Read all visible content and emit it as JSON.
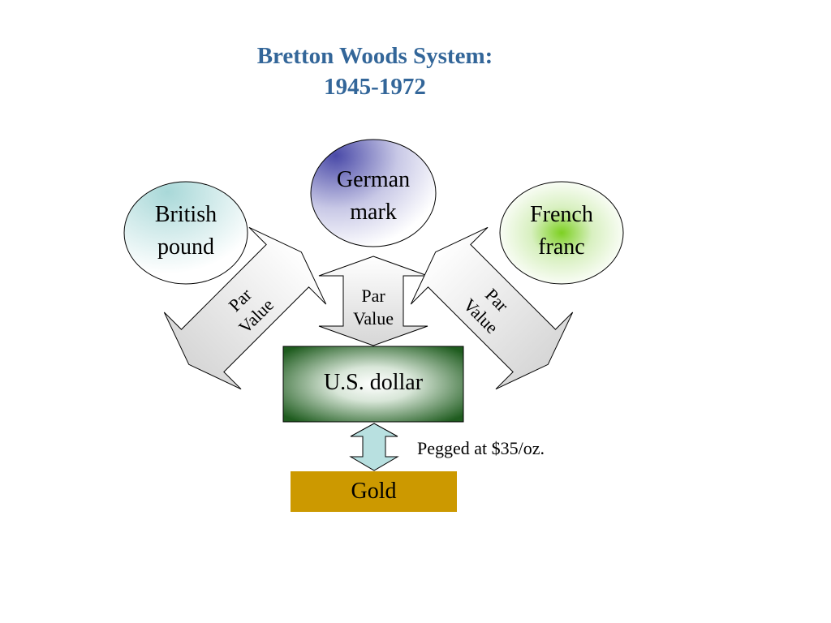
{
  "title": {
    "line1": "Bretton Woods System:",
    "line2": "1945-1972"
  },
  "currencies": {
    "british": {
      "line1": "British",
      "line2": "pound"
    },
    "german": {
      "line1": "German",
      "line2": "mark"
    },
    "french": {
      "line1": "French",
      "line2": "franc"
    }
  },
  "par_value": {
    "line1": "Par",
    "line2": "Value"
  },
  "dollar": "U.S. dollar",
  "gold": "Gold",
  "peg_note": "Pegged at $35/oz.",
  "colors": {
    "title": "#336699",
    "german_fill": "#4a4aa8",
    "french_fill": "#7dd022",
    "british_fill": "#a8d8d8",
    "dollar_box": "#1f5c1f",
    "gold_box": "#cc9900",
    "peg_arrow": "#b8e0e0",
    "par_arrow": "#e6e6e6"
  }
}
